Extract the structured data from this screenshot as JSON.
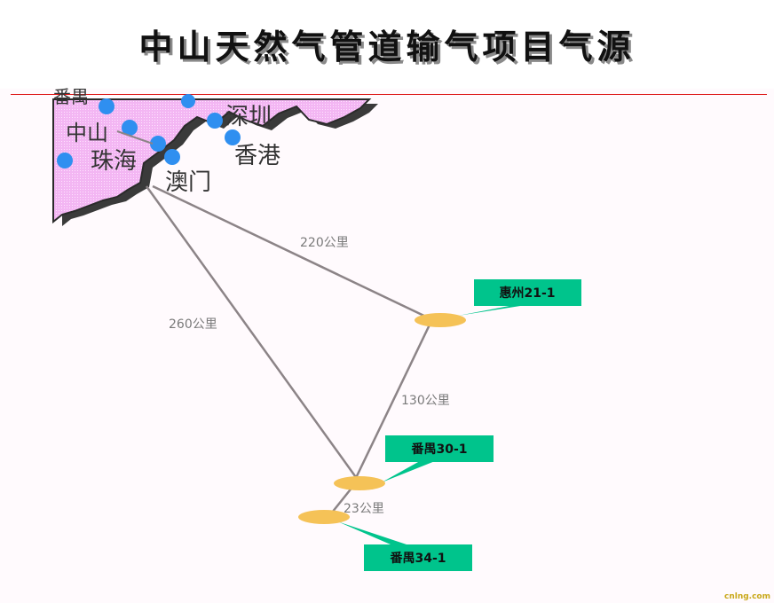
{
  "title": "中山天然气管道输气项目气源",
  "places": {
    "zhongshan": "中山",
    "zhuhai": "珠海",
    "macau": "澳门",
    "shenzhen": "深圳",
    "hongkong": "香港",
    "partial_top": "番禺"
  },
  "distances": {
    "macau_huizhou": "220公里",
    "macau_panyu30": "260公里",
    "huizhou_panyu30": "130公里",
    "panyu30_panyu34": "23公里"
  },
  "gas_fields": {
    "huizhou": "惠州21-1",
    "panyu30": "番禺30-1",
    "panyu34": "番禺34-1"
  },
  "colors": {
    "land": "#f3b6f3",
    "city_dot": "#2f8ff0",
    "pipeline": "#8c8487",
    "field_ellipse": "#f5c257",
    "callout": "#00c48c",
    "title_rule": "#dd1111"
  },
  "watermark": "cnlng.com"
}
